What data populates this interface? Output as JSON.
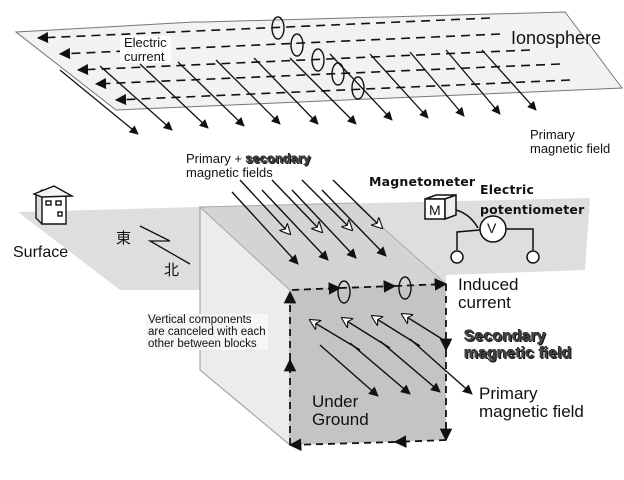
{
  "diagram": {
    "title": "Magnetotelluric induction: ionospheric currents and induced ground currents",
    "colors": {
      "ionosphere_plane": "#f2f2f2",
      "surface_plane": "#dedede",
      "block_face": "#c4c4c4",
      "ink": "#111111"
    },
    "labels": {
      "ionosphere": "Ionosphere",
      "electric_current": "Electric\ncurrent",
      "primary_field_top": "Primary\nmagnetic field",
      "primary_plus_secondary_prefix": "Primary + ",
      "primary_plus_secondary_bold": "secondary",
      "primary_plus_secondary_suffix": "magnetic fields",
      "magnetometer": "Magnetometer",
      "electric_potentiometer": "Electric\npotentiometer",
      "magnetometer_symbol": "M",
      "potentiometer_symbol": "V",
      "surface": "Surface",
      "compass_east": "東",
      "compass_north": "北",
      "induced_current": "Induced\ncurrent",
      "secondary_field": "Secondary\nmagnetic field",
      "primary_field_bottom": "Primary\nmagnetic field",
      "vertical_components_note": "Vertical components\nare canceled with each\nother between blocks",
      "under_ground": "Under\nGround"
    },
    "icons": [
      "house-icon",
      "compass-icon",
      "magnetometer-icon",
      "potentiometer-icon",
      "loop-arrow-icon"
    ]
  }
}
